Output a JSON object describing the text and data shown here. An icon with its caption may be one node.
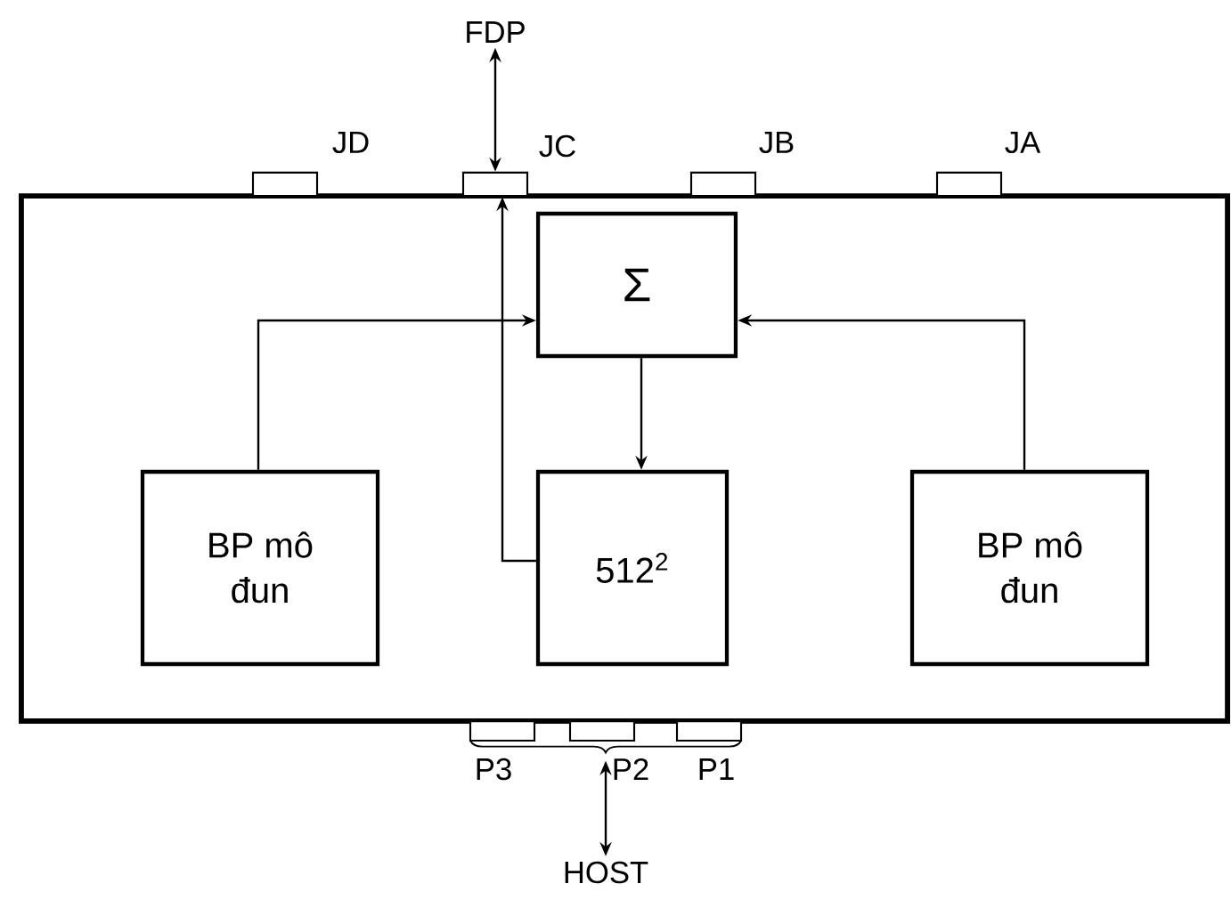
{
  "diagram": {
    "nodes": [
      {
        "text": [],
        "shape": "box"
      },
      {
        "text": [
          "Σ"
        ],
        "in": 0
      },
      {
        "text": [
          "BP mô đun"
        ],
        "in": 0
      },
      {
        "text": [
          "512$^{2}$"
        ],
        "in": 0
      },
      {
        "text": [
          "BP mô đun"
        ],
        "in": 0
      },
      {
        "text": [
          "JD"
        ]
      },
      {
        "text": [
          "JC"
        ]
      },
      {
        "text": [
          "JB"
        ]
      },
      {
        "text": [
          "JA"
        ]
      },
      {
        "text": [
          "P3"
        ]
      },
      {
        "text": [
          "P2"
        ]
      },
      {
        "text": [
          "P1"
        ]
      },
      {
        "text": [
          "FDP"
        ]
      },
      {
        "text": [],
        "shape": "brace"
      },
      {
        "text": [
          "HOST"
        ]
      }
    ],
    "edges": [
      {
        "from": 2,
        "to": 1,
        "arrow": "to"
      },
      {
        "from": 4,
        "to": 1,
        "arrow": "to"
      },
      {
        "from": 1,
        "to": 3,
        "arrow": "to"
      },
      {
        "from": 3,
        "to": 6,
        "arrow": "to"
      },
      {
        "from": 12,
        "to": 6,
        "arrow": "both"
      },
      {
        "from": 14,
        "to": 13,
        "arrow": "both"
      }
    ]
  }
}
